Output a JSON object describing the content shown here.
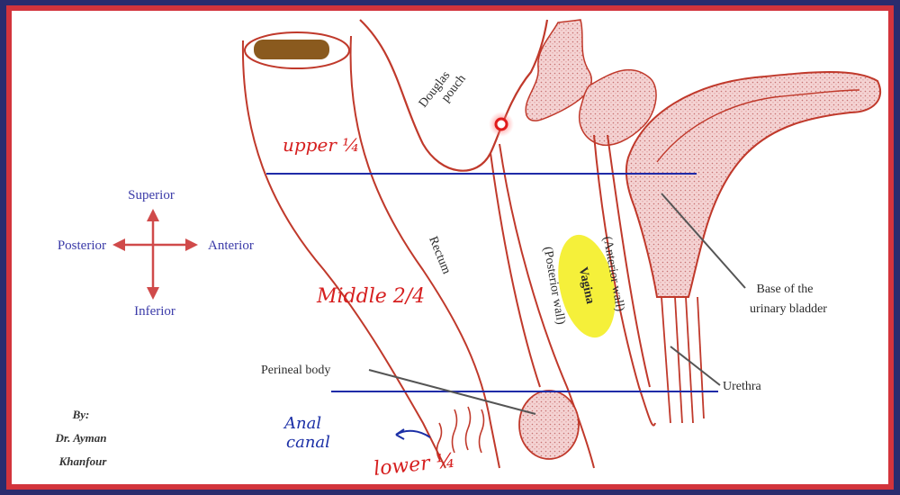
{
  "labels": {
    "douglas_pouch_1": "Douglas",
    "douglas_pouch_2": "pouch",
    "rectum": "Rectum",
    "posterior_wall": "(Posterior wall)",
    "anterior_wall": "(Anterior wall)",
    "vagina": "Vagina",
    "base_bladder_1": "Base of the",
    "base_bladder_2": "urinary bladder",
    "urethra": "Urethra",
    "perineal_body": "Perineal body"
  },
  "orientation": {
    "superior": "Superior",
    "inferior": "Inferior",
    "posterior": "Posterior",
    "anterior": "Anterior"
  },
  "annotations": {
    "upper": "upper ¼",
    "middle": "Middle 2/4",
    "lower": "lower ¼",
    "anal_1": "Anal",
    "anal_2": "canal"
  },
  "credit": {
    "line1": "By:",
    "line2": "Dr. Ayman",
    "line3": "Khanfour"
  },
  "colors": {
    "tissue_outline": "#c0392b",
    "tissue_fill": "#f2c9c9",
    "divider_line": "#1f2ba8",
    "highlight": "#f5f03a",
    "frame_red": "#d3343c",
    "frame_navy": "#2a2c6e"
  }
}
